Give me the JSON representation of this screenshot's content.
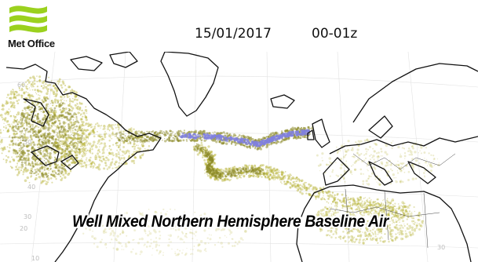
{
  "header": {
    "logo_text": "Met Office",
    "date": "15/01/2017",
    "time": "00-01z"
  },
  "map": {
    "caption": "Well Mixed Northern Hemisphere Baseline Air",
    "gridline_labels": [
      "60",
      "50",
      "40",
      "30",
      "20",
      "10",
      "30"
    ],
    "colors": {
      "plume": "#b8b43a",
      "plume_dense": "#8c8a28",
      "core": "#8080e0",
      "land_outline": "#000000",
      "logo_green": "#9bd11e"
    }
  }
}
